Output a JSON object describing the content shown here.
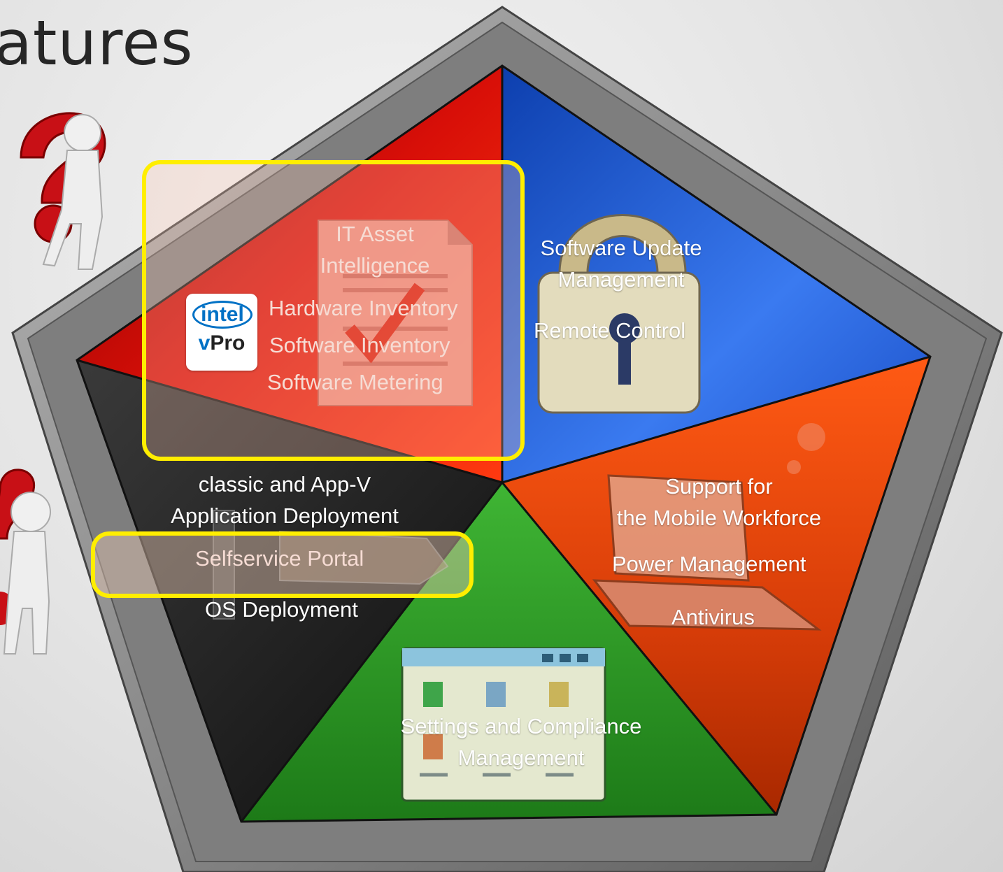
{
  "title": "atures",
  "badge": {
    "brand": "intel",
    "product": "Pro",
    "product_prefix": "v"
  },
  "segments": {
    "red": {
      "lines": [
        "IT Asset",
        "Intelligence"
      ],
      "items": [
        "Hardware Inventory",
        "Software Inventory",
        "Software Metering"
      ]
    },
    "blue": {
      "lines": [
        "Software Update",
        "Management"
      ],
      "items": [
        "Remote Control"
      ]
    },
    "orange": {
      "lines": [
        "Support for",
        "the Mobile Workforce"
      ],
      "items": [
        "Power Management",
        "Antivirus"
      ]
    },
    "green": {
      "lines": [
        "Settings and Compliance",
        "Management"
      ]
    },
    "black": {
      "lines": [
        "classic and App-V",
        "Application Deployment"
      ],
      "items": [
        "Selfservice Portal",
        "OS Deployment"
      ]
    }
  },
  "colors": {
    "red": "#d4140a",
    "blue": "#2f6fe0",
    "orange": "#e6450c",
    "green": "#35a22c",
    "black": "#1c1c1c",
    "frame": "#8c8c8c",
    "highlight": "#ffee00"
  },
  "icons": [
    "question-figure-icon",
    "document-check-icon",
    "padlock-icon",
    "laptop-icon",
    "app-window-icon",
    "usb-drive-icon"
  ]
}
